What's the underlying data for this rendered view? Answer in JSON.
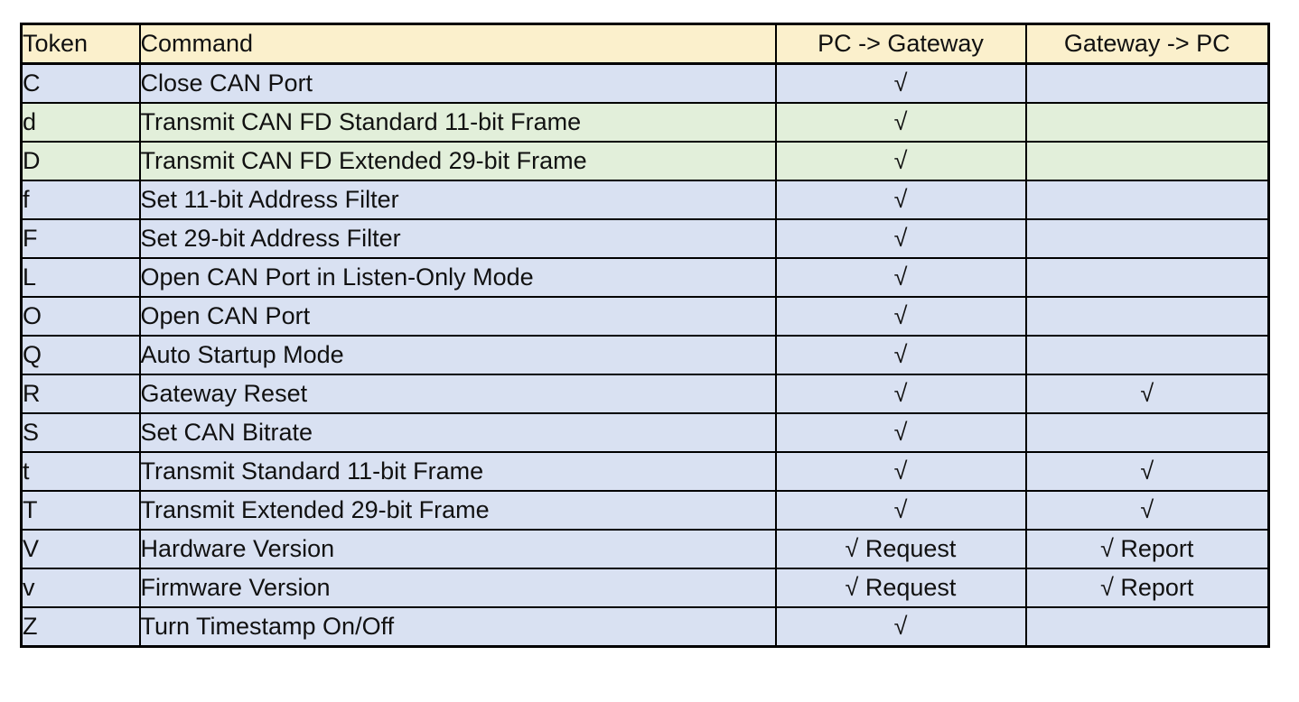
{
  "colors": {
    "header_bg": "#fbf0cc",
    "row_blue_bg": "#d9e1f2",
    "row_green_bg": "#e2efda",
    "border": "#000000",
    "text": "#111111",
    "page_bg": "#ffffff"
  },
  "table": {
    "columns": [
      {
        "label": "Token"
      },
      {
        "label": "Command"
      },
      {
        "label": "PC -> Gateway"
      },
      {
        "label": "Gateway -> PC"
      }
    ],
    "checkmark_glyph": "√",
    "rows": [
      {
        "token": "C",
        "command": "Close CAN Port",
        "pc_to_gateway": "√",
        "gateway_to_pc": "",
        "highlight": "blue"
      },
      {
        "token": "d",
        "command": "Transmit CAN FD Standard 11-bit Frame",
        "pc_to_gateway": "√",
        "gateway_to_pc": "",
        "highlight": "green"
      },
      {
        "token": "D",
        "command": "Transmit CAN FD Extended 29-bit Frame",
        "pc_to_gateway": "√",
        "gateway_to_pc": "",
        "highlight": "green"
      },
      {
        "token": "f",
        "command": "Set 11-bit Address Filter",
        "pc_to_gateway": "√",
        "gateway_to_pc": "",
        "highlight": "blue"
      },
      {
        "token": "F",
        "command": "Set 29-bit Address Filter",
        "pc_to_gateway": "√",
        "gateway_to_pc": "",
        "highlight": "blue"
      },
      {
        "token": "L",
        "command": "Open CAN Port in Listen-Only Mode",
        "pc_to_gateway": "√",
        "gateway_to_pc": "",
        "highlight": "blue"
      },
      {
        "token": "O",
        "command": "Open CAN Port",
        "pc_to_gateway": "√",
        "gateway_to_pc": "",
        "highlight": "blue"
      },
      {
        "token": "Q",
        "command": "Auto Startup Mode",
        "pc_to_gateway": "√",
        "gateway_to_pc": "",
        "highlight": "blue"
      },
      {
        "token": "R",
        "command": "Gateway Reset",
        "pc_to_gateway": "√",
        "gateway_to_pc": "√",
        "highlight": "blue"
      },
      {
        "token": "S",
        "command": "Set CAN Bitrate",
        "pc_to_gateway": "√",
        "gateway_to_pc": "",
        "highlight": "blue"
      },
      {
        "token": "t",
        "command": "Transmit Standard 11-bit Frame",
        "pc_to_gateway": "√",
        "gateway_to_pc": "√",
        "highlight": "blue"
      },
      {
        "token": "T",
        "command": "Transmit Extended 29-bit Frame",
        "pc_to_gateway": "√",
        "gateway_to_pc": "√",
        "highlight": "blue"
      },
      {
        "token": "V",
        "command": "Hardware Version",
        "pc_to_gateway": "√ Request",
        "gateway_to_pc": "√ Report",
        "highlight": "blue"
      },
      {
        "token": "v",
        "command": "Firmware Version",
        "pc_to_gateway": "√ Request",
        "gateway_to_pc": "√ Report",
        "highlight": "blue"
      },
      {
        "token": "Z",
        "command": "Turn Timestamp On/Off",
        "pc_to_gateway": "√",
        "gateway_to_pc": "",
        "highlight": "blue"
      }
    ]
  }
}
